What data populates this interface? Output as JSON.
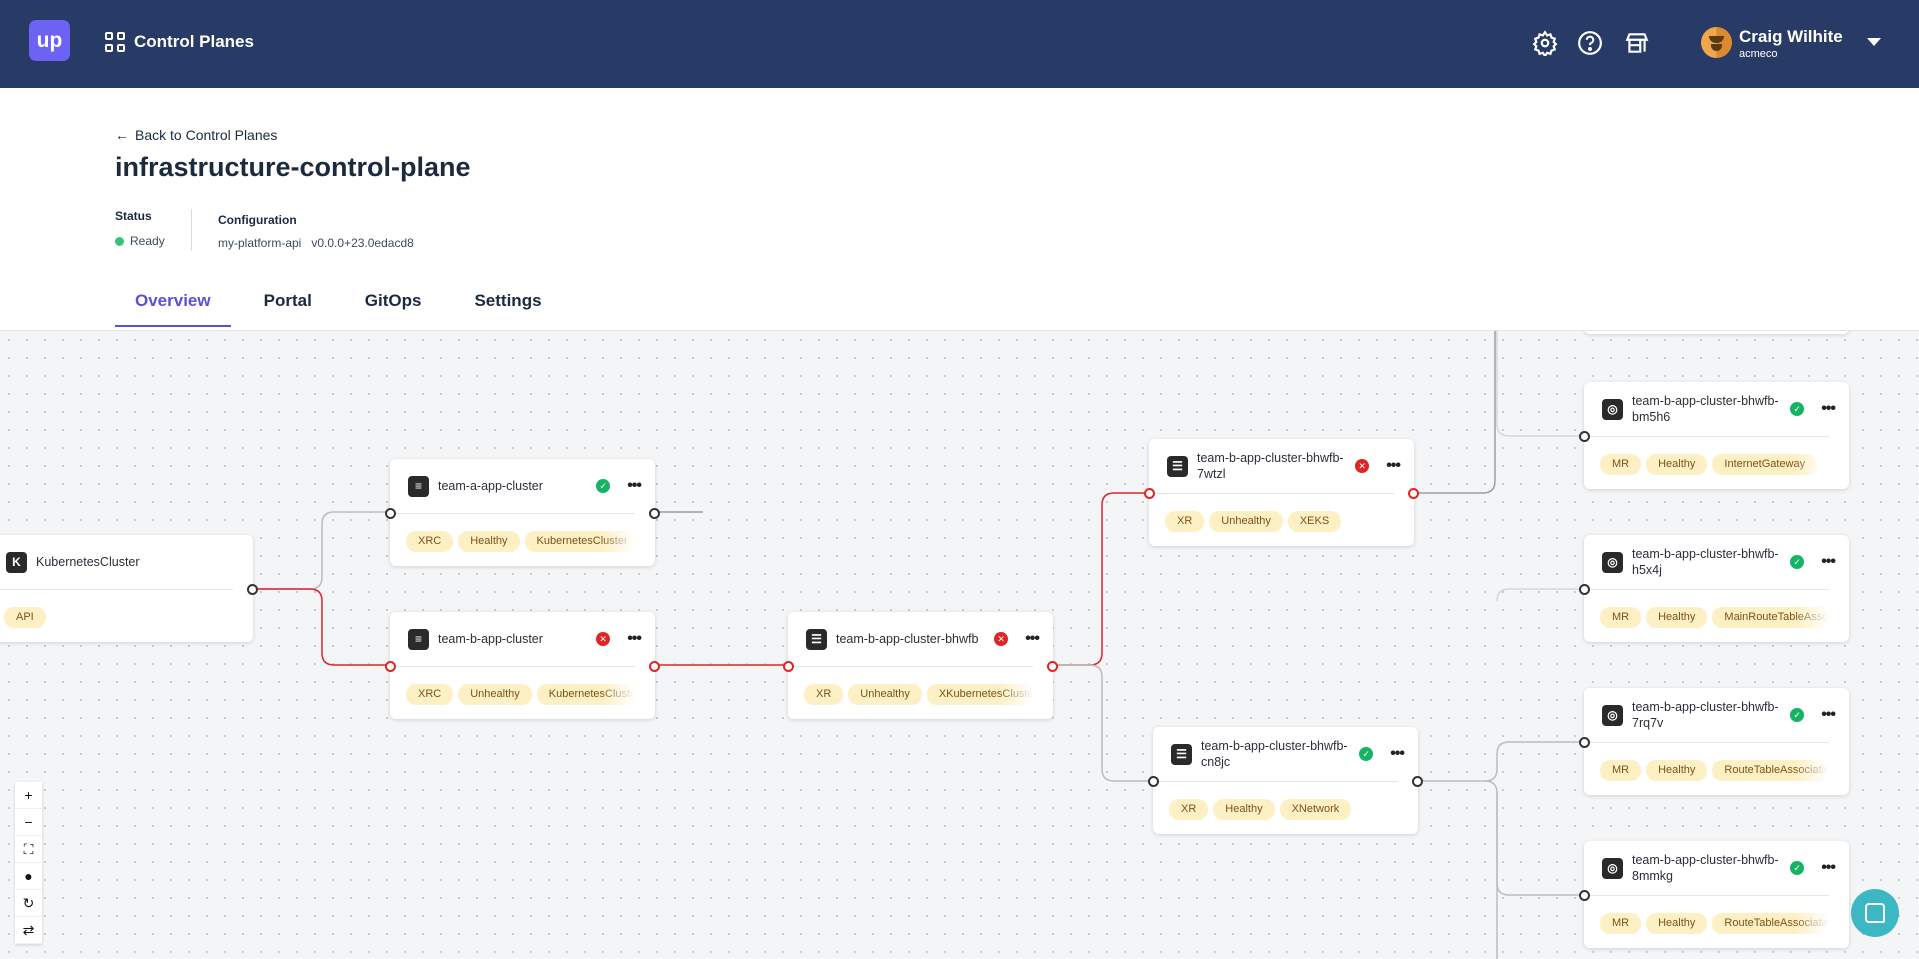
{
  "topbar": {
    "logo": "up",
    "app_title": "Control Planes",
    "icons": [
      "gear-icon",
      "help-icon",
      "marketplace-icon"
    ],
    "user_name": "Craig Wilhite",
    "user_org": "acmeco"
  },
  "page": {
    "back_label": "Back to Control Planes",
    "title": "infrastructure-control-plane",
    "status_label": "Status",
    "status_value": "Ready",
    "status_color": "#3cc17a",
    "config_label": "Configuration",
    "config_name": "my-platform-api",
    "config_version": "v0.0.0+23.0edacd8"
  },
  "tabs": [
    {
      "label": "Overview",
      "active": true
    },
    {
      "label": "Portal"
    },
    {
      "label": "GitOps"
    },
    {
      "label": "Settings"
    }
  ],
  "colors": {
    "accent": "#5b4fd6",
    "header": "#283a66",
    "healthy": "#16b364",
    "unhealthy": "#e02424",
    "tag_bg": "#fdf0c4"
  },
  "nodes": [
    {
      "name": "",
      "icon": "target",
      "status": "",
      "tags": []
    },
    {
      "name": "KubernetesCluster",
      "icon": "kubernetes",
      "status": "",
      "tags": [
        "API"
      ]
    },
    {
      "name": "team-a-app-cluster",
      "icon": "stack",
      "status": "healthy",
      "tags": [
        "XRC",
        "Healthy",
        "KubernetesCluster"
      ]
    },
    {
      "name": "team-b-app-cluster",
      "icon": "stack",
      "status": "unhealthy",
      "tags": [
        "XRC",
        "Unhealthy",
        "KubernetesCluster"
      ]
    },
    {
      "name": "team-b-app-cluster-bhwfb",
      "icon": "list",
      "status": "unhealthy",
      "tags": [
        "XR",
        "Unhealthy",
        "XKubernetesCluster"
      ]
    },
    {
      "name": "team-b-app-cluster-bhwfb-7wtzl",
      "icon": "list",
      "status": "unhealthy",
      "tags": [
        "XR",
        "Unhealthy",
        "XEKS"
      ]
    },
    {
      "name": "team-b-app-cluster-bhwfb-cn8jc",
      "icon": "list",
      "status": "healthy",
      "tags": [
        "XR",
        "Healthy",
        "XNetwork"
      ]
    },
    {
      "name": "team-b-app-cluster-bhwfb-bm5h6",
      "icon": "target",
      "status": "healthy",
      "tags": [
        "MR",
        "Healthy",
        "InternetGateway"
      ]
    },
    {
      "name": "team-b-app-cluster-bhwfb-h5x4j",
      "icon": "target",
      "status": "healthy",
      "tags": [
        "MR",
        "Healthy",
        "MainRouteTableAssociation"
      ]
    },
    {
      "name": "team-b-app-cluster-bhwfb-7rq7v",
      "icon": "target",
      "status": "healthy",
      "tags": [
        "MR",
        "Healthy",
        "RouteTableAssociation"
      ]
    },
    {
      "name": "team-b-app-cluster-bhwfb-8mmkg",
      "icon": "target",
      "status": "healthy",
      "tags": [
        "MR",
        "Healthy",
        "RouteTableAssociation"
      ]
    }
  ],
  "zoom_controls": [
    "zoom-in",
    "zoom-out",
    "fit-view",
    "lock",
    "refresh",
    "sync"
  ]
}
